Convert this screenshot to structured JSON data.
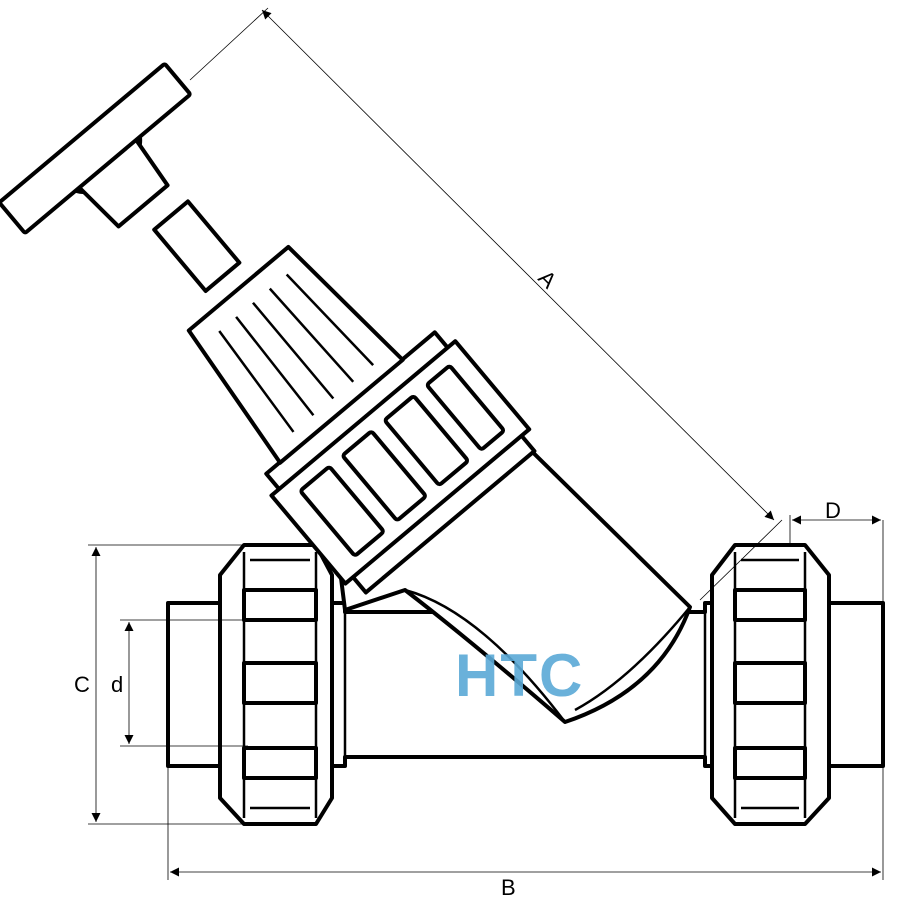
{
  "labels": {
    "A": "A",
    "B": "B",
    "C": "C",
    "D": "D",
    "d": "d"
  },
  "watermark": {
    "text": "HTC",
    "color": "#5aa9d6"
  }
}
